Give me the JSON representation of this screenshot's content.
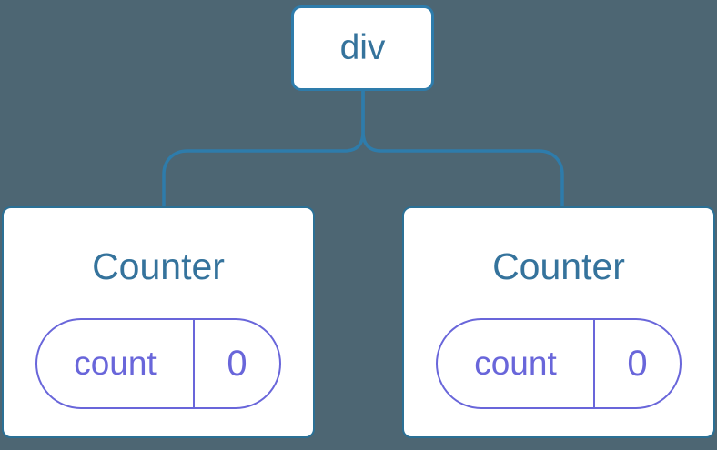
{
  "colors": {
    "bg": "#4d6673",
    "card": "#ffffff",
    "line": "#2e7cab",
    "card-border": "#2b7095",
    "ink": "#35739c",
    "accent": "#6966da"
  },
  "diagram": {
    "type": "component-tree",
    "root": {
      "label": "div"
    },
    "children": [
      {
        "label": "Counter",
        "state": {
          "key": "count",
          "value": "0"
        }
      },
      {
        "label": "Counter",
        "state": {
          "key": "count",
          "value": "0"
        }
      }
    ]
  }
}
